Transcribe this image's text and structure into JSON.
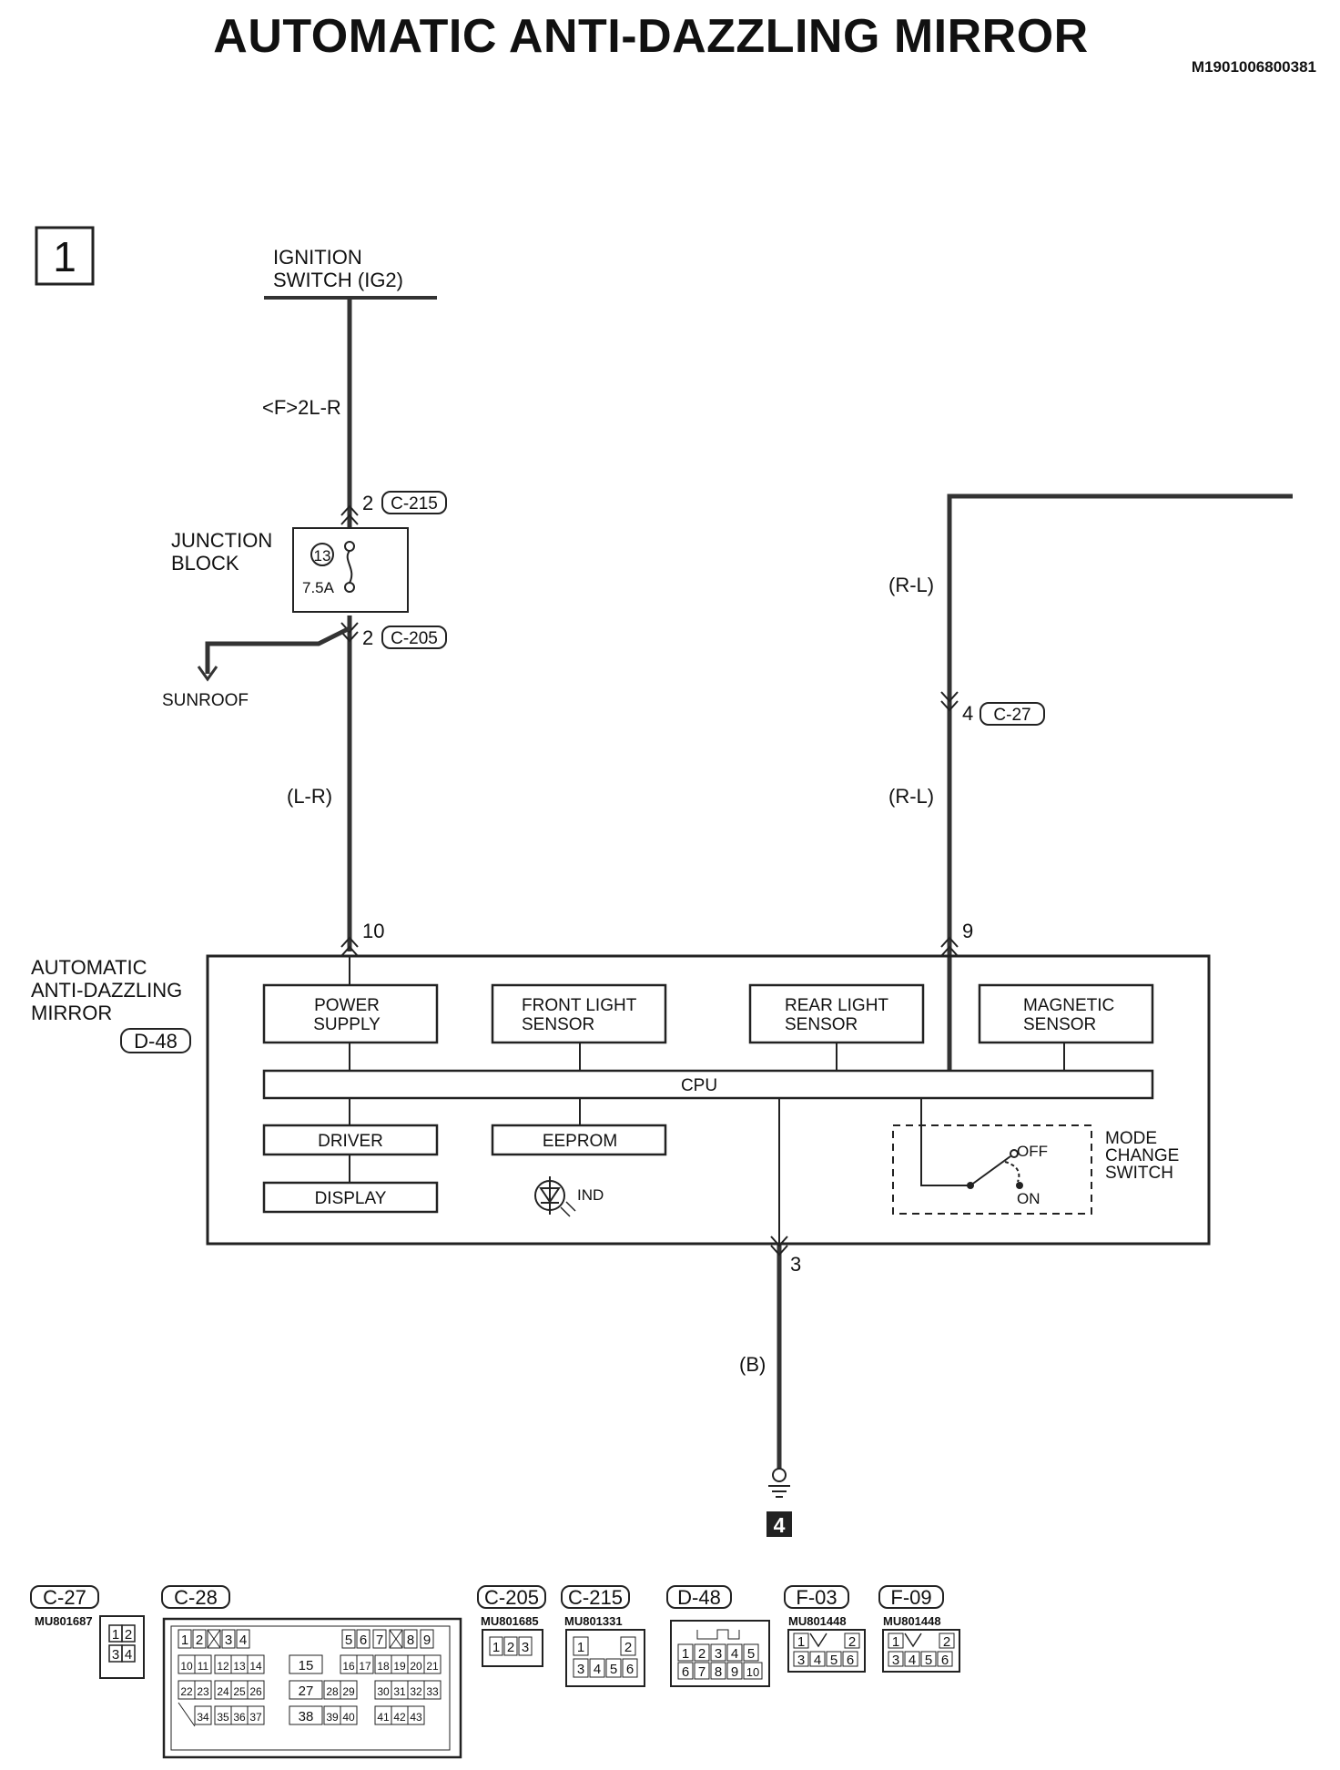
{
  "title": "AUTOMATIC ANTI-DAZZLING MIRROR",
  "doc_id": "M1901006800381",
  "section_number": "1",
  "ignition": {
    "line1": "IGNITION",
    "line2": "SWITCH (IG2)"
  },
  "wires": {
    "w_top": "<F>2L-R",
    "w_mid": "(L-R)",
    "w_right_top": "(R-L)",
    "w_right_mid": "(R-L)",
    "w_ground": "(B)"
  },
  "pins": {
    "c215_pin": "2",
    "c205_pin": "2",
    "c27_pin": "4",
    "mirror_pin_left": "10",
    "mirror_pin_right": "9",
    "mirror_pin_ground": "3"
  },
  "connectors": {
    "c215": "C-215",
    "c205": "C-205",
    "c27": "C-27",
    "d48": "D-48"
  },
  "junction_block": {
    "line1": "JUNCTION",
    "line2": "BLOCK",
    "fuse_no": "13",
    "fuse_rating": "7.5A"
  },
  "sunroof": "SUNROOF",
  "mirror_label": {
    "line1": "AUTOMATIC",
    "line2": "ANTI-DAZZLING",
    "line3": "MIRROR"
  },
  "blocks": {
    "power_supply": [
      "POWER",
      "SUPPLY"
    ],
    "front_light_sensor": [
      "FRONT LIGHT",
      "SENSOR"
    ],
    "rear_light_sensor": [
      "REAR LIGHT",
      "SENSOR"
    ],
    "magnetic_sensor": [
      "MAGNETIC",
      "SENSOR"
    ],
    "cpu": "CPU",
    "driver": "DRIVER",
    "eeprom": "EEPROM",
    "display": "DISPLAY",
    "ind": "IND"
  },
  "mode_switch": {
    "line1": "MODE",
    "line2": "CHANGE",
    "line3": "SWITCH",
    "off": "OFF",
    "on": "ON"
  },
  "ground_ref": "4",
  "connector_views": [
    {
      "id": "C-27",
      "part": "MU801687"
    },
    {
      "id": "C-28",
      "part": ""
    },
    {
      "id": "C-205",
      "part": "MU801685"
    },
    {
      "id": "C-215",
      "part": "MU801331"
    },
    {
      "id": "D-48",
      "part": ""
    },
    {
      "id": "F-03",
      "part": "MU801448"
    },
    {
      "id": "F-09",
      "part": "MU801448"
    }
  ],
  "pinouts": {
    "c27": {
      "r1": [
        "1",
        "2"
      ],
      "r2": [
        "3",
        "4"
      ]
    },
    "c28": {
      "r1": [
        "1",
        "2",
        "3",
        "4",
        "5",
        "6",
        "7",
        "8",
        "9"
      ],
      "r2": [
        "10",
        "11",
        "12",
        "13",
        "14",
        "15",
        "16",
        "17",
        "18",
        "19",
        "20",
        "21"
      ],
      "r3": [
        "22",
        "23",
        "24",
        "25",
        "26",
        "27",
        "28",
        "29",
        "30",
        "31",
        "32",
        "33"
      ],
      "r4": [
        "34",
        "35",
        "36",
        "37",
        "38",
        "39",
        "40",
        "41",
        "42",
        "43"
      ]
    },
    "c205": [
      "1",
      "2",
      "3"
    ],
    "c215": {
      "r1": [
        "1",
        "2"
      ],
      "r2": [
        "3",
        "4",
        "5",
        "6"
      ]
    },
    "d48": {
      "r1": [
        "1",
        "2",
        "3",
        "4",
        "5"
      ],
      "r2": [
        "6",
        "7",
        "8",
        "9",
        "10"
      ]
    },
    "f03": {
      "r1": [
        "1",
        "2"
      ],
      "r2": [
        "3",
        "4",
        "5",
        "6"
      ]
    },
    "f09": {
      "r1": [
        "1",
        "2"
      ],
      "r2": [
        "3",
        "4",
        "5",
        "6"
      ]
    }
  }
}
